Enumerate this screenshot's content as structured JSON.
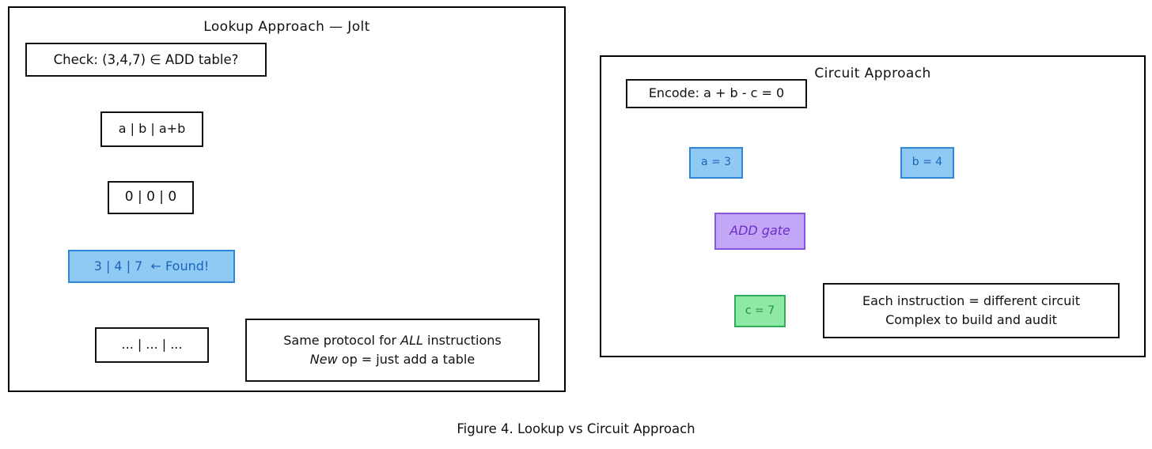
{
  "figure": {
    "caption": "Figure 4. Lookup vs Circuit Approach"
  },
  "panels": {
    "lookup": {
      "title": "Lookup Approach — Jolt",
      "nodes": {
        "check": "Check: (3,4,7) ∈ ADD table?",
        "row_header": "a | b | a+b",
        "row_zero": "0 | 0 | 0",
        "row_found": "3 | 4 | 7  ← Found!",
        "row_ellipsis": "... | ... | ..."
      },
      "note": {
        "line1_prefix": "Same protocol for ",
        "line1_em": "ALL",
        "line1_suffix": " instructions",
        "line2_em": "New",
        "line2_suffix": " op = just add a table"
      }
    },
    "circuit": {
      "title": "Circuit Approach",
      "nodes": {
        "encode": "Encode: a + b - c = 0",
        "input_a": "a = 3",
        "input_b": "b = 4",
        "gate": "ADD gate",
        "output_c": "c = 7"
      },
      "note": {
        "line1": "Each instruction = different circuit",
        "line2": "Complex to build and audit"
      }
    }
  },
  "colors": {
    "highlight_blue_fill": "#8ecaf4",
    "highlight_blue_border": "#2d86d6",
    "highlight_blue_text": "#1f63b8",
    "gate_purple_fill": "#c3a6f5",
    "gate_purple_border": "#8855e0",
    "gate_purple_text": "#6a2fc9",
    "output_green_fill": "#8ee8a6",
    "output_green_border": "#2fae57",
    "output_green_text": "#1f8f45",
    "stroke_black": "#111111",
    "background": "#ffffff"
  }
}
